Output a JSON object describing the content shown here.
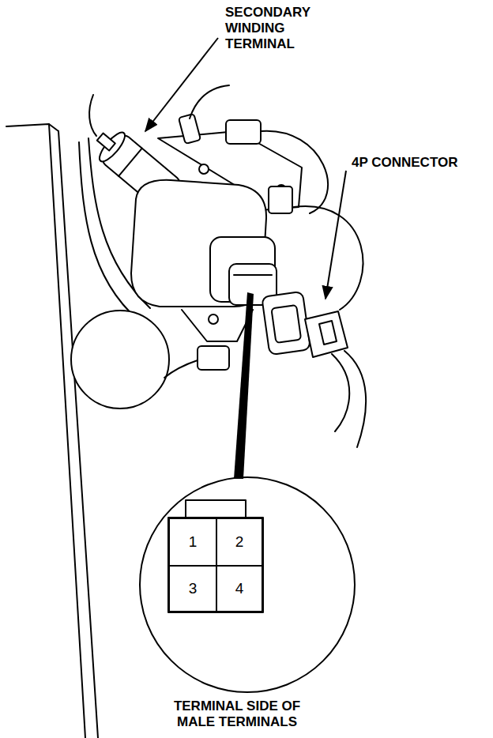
{
  "diagram": {
    "nodes": [
      {
        "text": [
          "1"
        ]
      },
      {
        "text": [
          "2"
        ]
      },
      {
        "text": [
          "3"
        ]
      },
      {
        "text": [
          "4"
        ]
      }
    ],
    "labels": [
      "SECONDARY WINDING TERMINAL",
      "4P CONNECTOR",
      "TERMINAL SIDE OF MALE TERMINALS"
    ]
  }
}
